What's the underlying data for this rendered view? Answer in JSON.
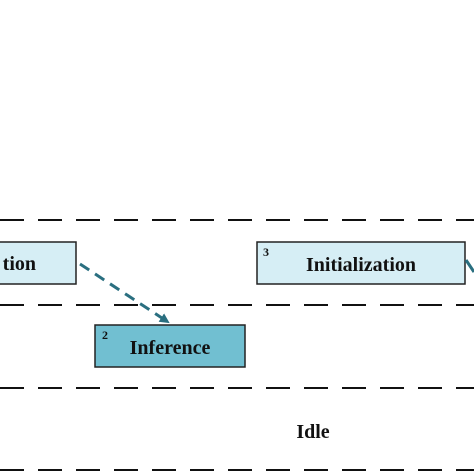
{
  "colors": {
    "box_light_fill": "#d6eef5",
    "box_dark_fill": "#71bfd1",
    "box_stroke": "#222222",
    "arrow": "#2a6f80",
    "lane_line": "#111111",
    "background": "#ffffff"
  },
  "boxes": {
    "left": {
      "label_visible": "tion"
    },
    "inference": {
      "number": "2",
      "label": "Inference"
    },
    "initialization": {
      "number": "3",
      "label": "Initialization"
    }
  },
  "lanes": {
    "idle_label": "Idle"
  }
}
